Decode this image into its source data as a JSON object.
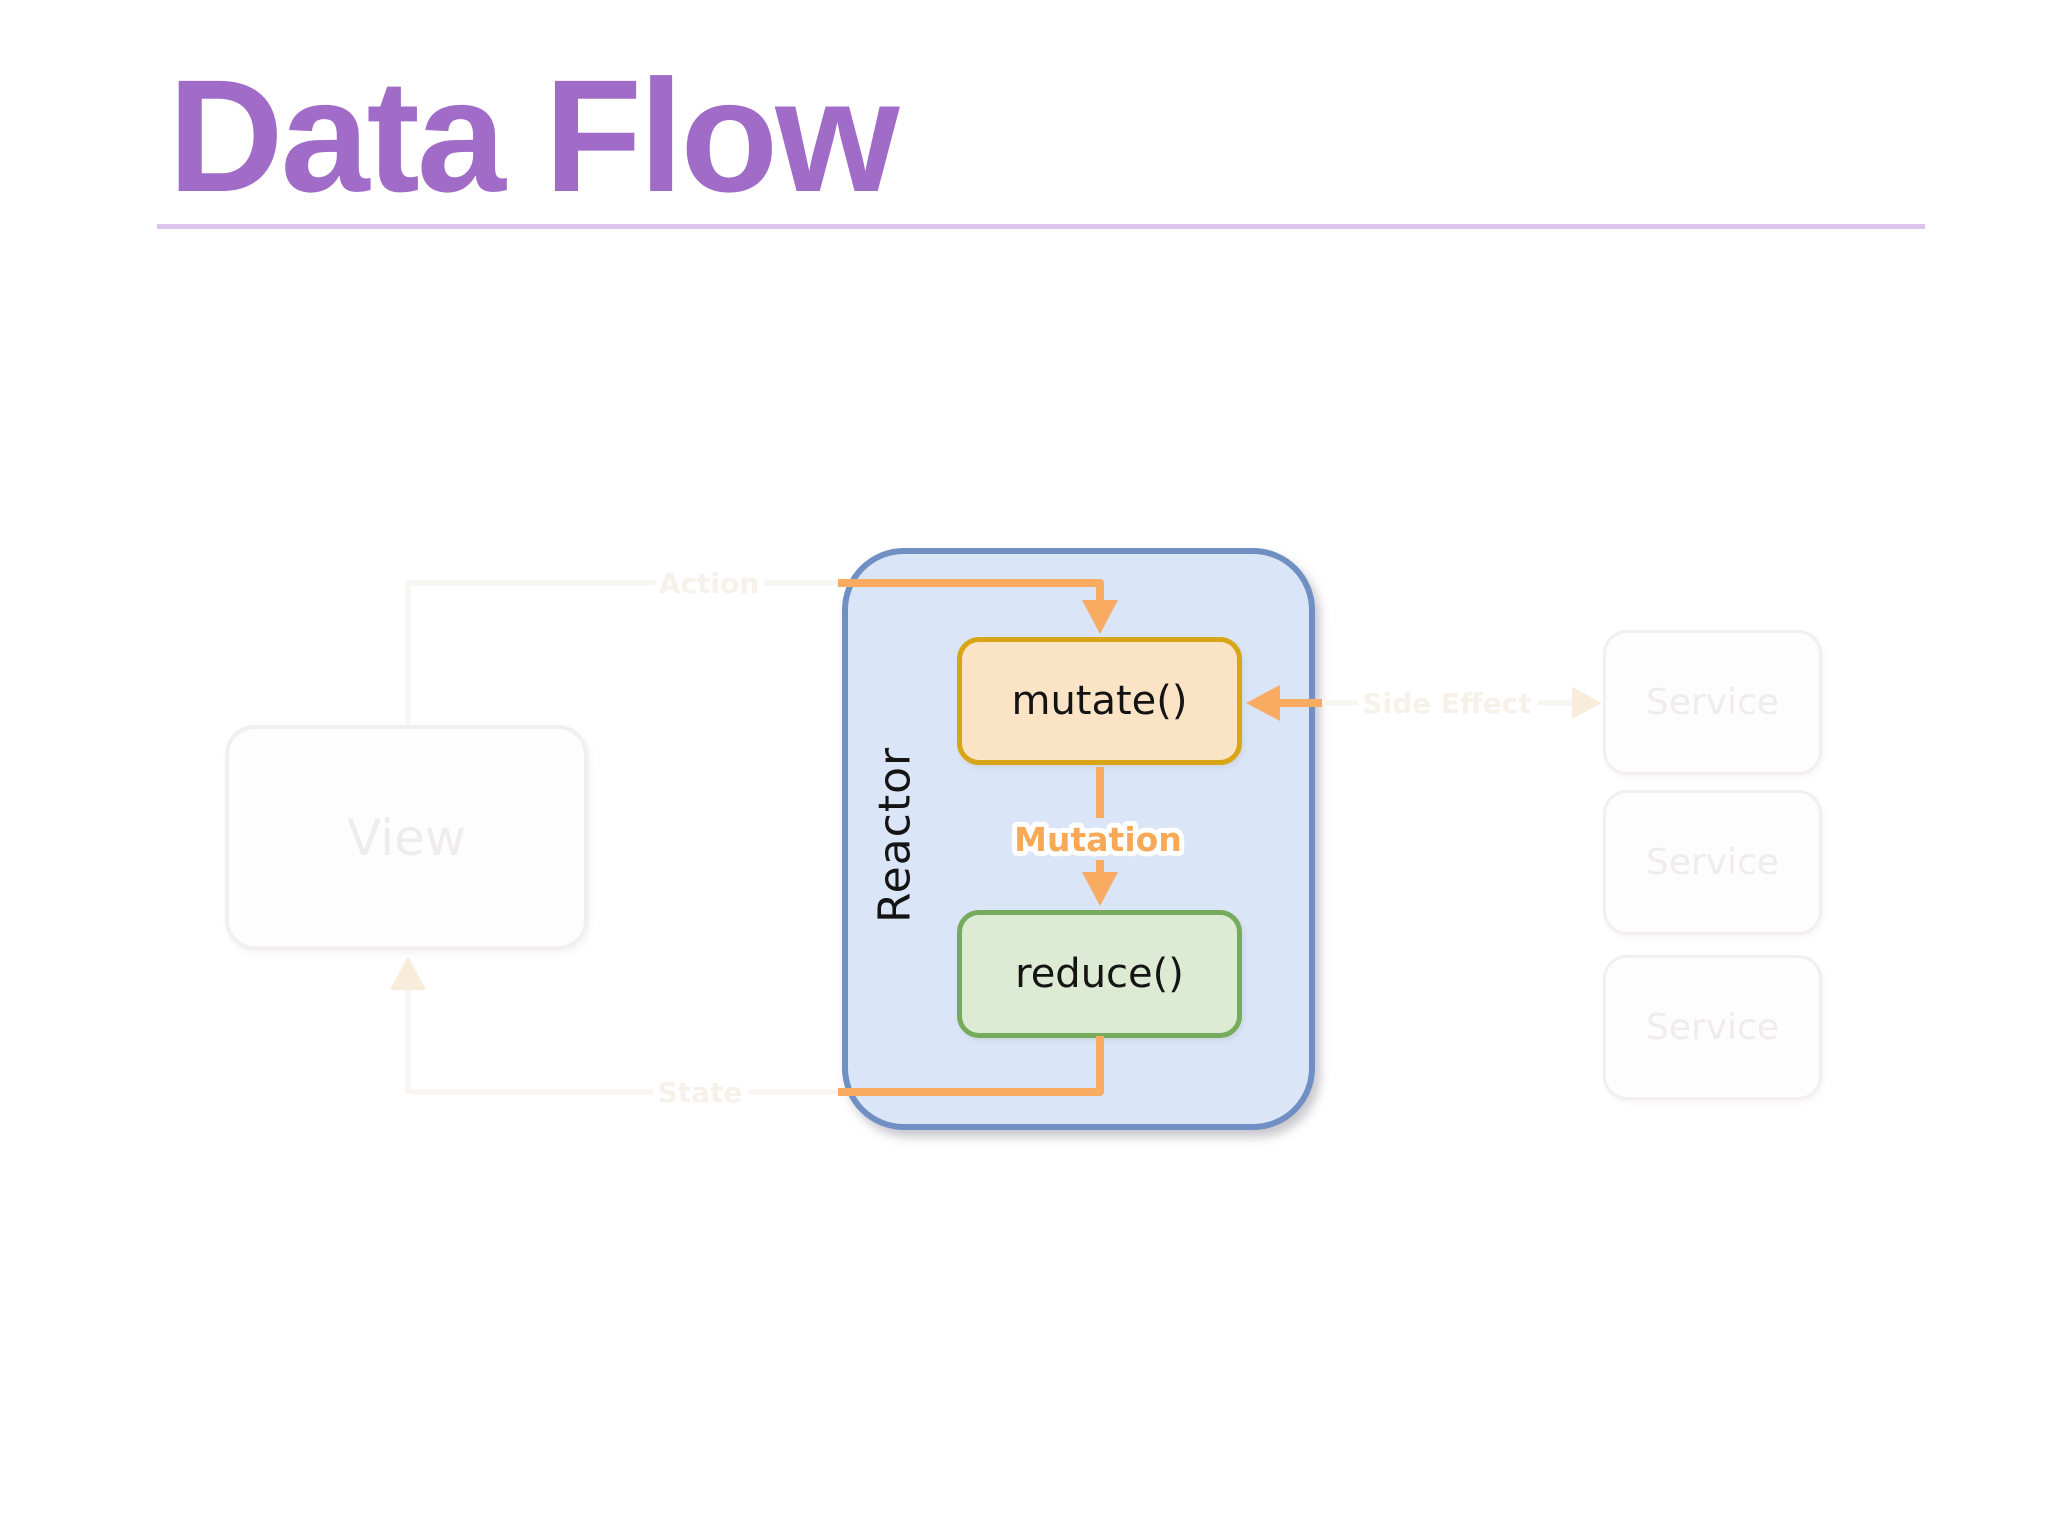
{
  "slide": {
    "title": "Data Flow"
  },
  "reactor": {
    "label": "Reactor",
    "mutate_label": "mutate()",
    "reduce_label": "reduce()",
    "mutation_label": "Mutation"
  },
  "faded": {
    "view_label": "View",
    "service_labels": [
      "Service",
      "Service",
      "Service"
    ],
    "action_label": "Action",
    "state_label": "State",
    "side_effect_label": "Side Effect"
  },
  "colors": {
    "title": "#a06cc8",
    "title_rule": "#dcc4ec",
    "reactor_fill": "#dbe5f8",
    "reactor_border": "#7090c4",
    "mutate_fill": "#fbe4c5",
    "mutate_border": "#d7a515",
    "reduce_fill": "#ddebd5",
    "reduce_border": "#76aa5d",
    "arrow": "#f8ab61",
    "mutation_text": "#f8a958",
    "faded_elements": "#f6f2ea"
  }
}
